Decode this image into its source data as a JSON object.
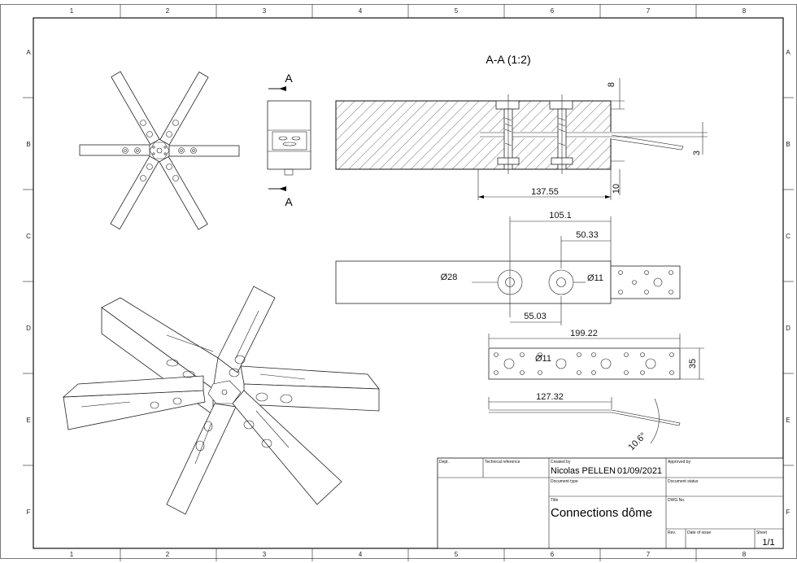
{
  "frame": {
    "columns": [
      "1",
      "2",
      "3",
      "4",
      "5",
      "6",
      "7",
      "8"
    ],
    "rows": [
      "A",
      "B",
      "C",
      "D",
      "E",
      "F"
    ]
  },
  "section": {
    "title": "A-A (1:2)",
    "marker": "A"
  },
  "dimensions": {
    "d8": "8",
    "d3": "3",
    "d10": "10",
    "d137": "137.55",
    "d105": "105.1",
    "d50": "50.33",
    "d28": "Ø28",
    "d11a": "Ø11",
    "d55": "55.03",
    "d199": "199.22",
    "d11b": "Ø11",
    "d35": "35",
    "d127": "127.32",
    "angle": "10.6°"
  },
  "title_block": {
    "dept_label": "Dept.",
    "techref_label": "Technical reference",
    "created_label": "Created by",
    "created_name": "Nicolas PELLEN",
    "created_date": "01/09/2021",
    "approved_label": "Approved by",
    "doctype_label": "Document type",
    "docstatus_label": "Document status",
    "title_label": "Title",
    "title_value": "Connections dôme",
    "dwg_label": "DWG No.",
    "rev_label": "Rev.",
    "issue_label": "Date of issue",
    "sheet_label": "Sheet",
    "sheet_value": "1/1"
  }
}
